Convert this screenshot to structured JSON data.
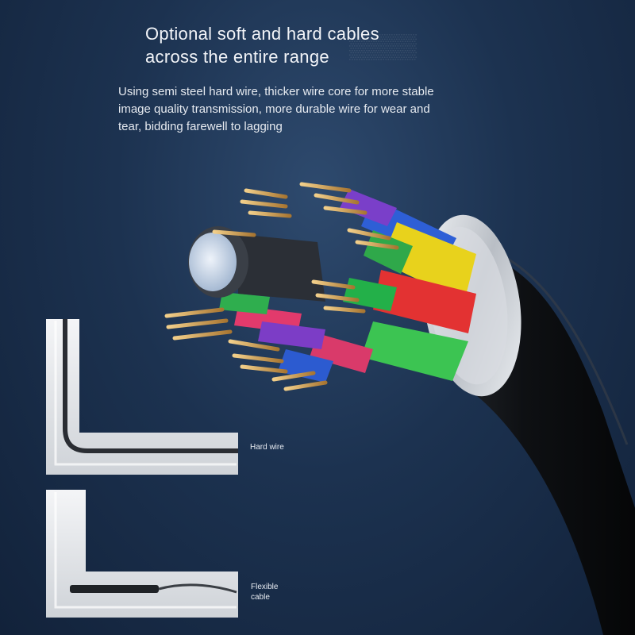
{
  "headline": {
    "line1": "Optional soft and hard cables",
    "line2": "across the entire range"
  },
  "description": {
    "line1": "Using semi steel hard wire, thicker wire core for more stable",
    "line2": "image quality transmission, more durable wire for wear and",
    "line3": "tear, bidding farewell to lagging"
  },
  "labels": {
    "hard_wire": "Hard wire",
    "flexible_line1": "Flexible",
    "flexible_line2": "cable"
  },
  "colors": {
    "background": "#1c3250",
    "cable_jacket": "#111418",
    "copper": "#d9a85a",
    "panel": "#e4e6e9"
  }
}
